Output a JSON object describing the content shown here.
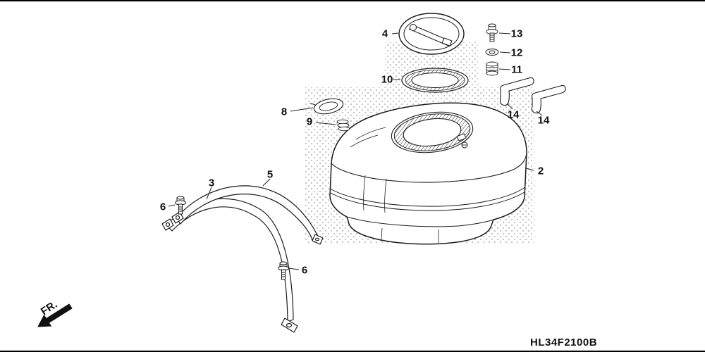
{
  "diagram": {
    "code": "HL34F2100B",
    "direction_label": "FR.",
    "callouts": [
      {
        "ref": "4"
      },
      {
        "ref": "13"
      },
      {
        "ref": "12"
      },
      {
        "ref": "11"
      },
      {
        "ref": "10"
      },
      {
        "ref": "8"
      },
      {
        "ref": "9"
      },
      {
        "ref": "14"
      },
      {
        "ref": "14"
      },
      {
        "ref": "2"
      },
      {
        "ref": "5"
      },
      {
        "ref": "3"
      },
      {
        "ref": "6"
      },
      {
        "ref": "6"
      }
    ]
  }
}
